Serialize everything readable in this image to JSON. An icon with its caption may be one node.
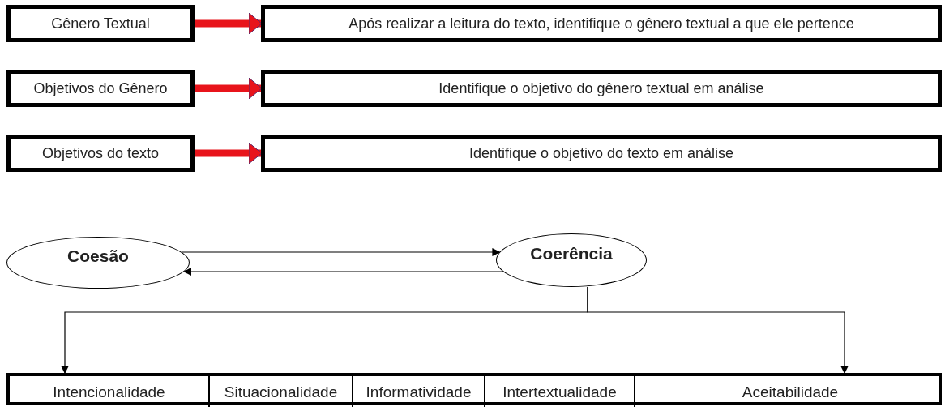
{
  "diagram": {
    "nodes": [
      {
        "text": [
          "Gênero Textual"
        ]
      },
      {
        "text": [
          "Após realizar a leitura do texto, identifique o gênero textual a que ele pertence"
        ]
      },
      {
        "text": [
          "Objetivos do Gênero"
        ]
      },
      {
        "text": [
          "Identifique o objetivo do gênero textual em análise"
        ]
      },
      {
        "text": [
          "Objetivos do texto"
        ]
      },
      {
        "text": [
          "Identifique o objetivo do texto em análise"
        ]
      },
      {
        "text": [
          "Coesão"
        ]
      },
      {
        "text": [
          "Coerência"
        ]
      },
      {
        "text": [],
        "shape": "box"
      },
      {
        "text": [
          "Intencionalidade"
        ],
        "in": 8
      },
      {
        "text": [
          "Situacionalidade"
        ],
        "in": 8
      },
      {
        "text": [
          "Informatividade"
        ],
        "in": 8
      },
      {
        "text": [
          "Intertextualidade"
        ],
        "in": 8
      },
      {
        "text": [
          "Aceitabilidade"
        ],
        "in": 8
      }
    ],
    "edges": [
      {
        "from": 0,
        "to": 1,
        "arrow": "to",
        "style": "thick",
        "color": "#e8141b"
      },
      {
        "from": 2,
        "to": 3,
        "arrow": "to",
        "style": "thick",
        "color": "#e8141b"
      },
      {
        "from": 4,
        "to": 5,
        "arrow": "to",
        "style": "thick",
        "color": "#e8141b"
      },
      {
        "from": 6,
        "to": 7,
        "arrow": "to"
      },
      {
        "from": 7,
        "to": 6,
        "arrow": "to"
      },
      {
        "from": 7,
        "to": 9,
        "arrow": "to"
      },
      {
        "from": 7,
        "to": 13,
        "arrow": "to"
      }
    ]
  }
}
